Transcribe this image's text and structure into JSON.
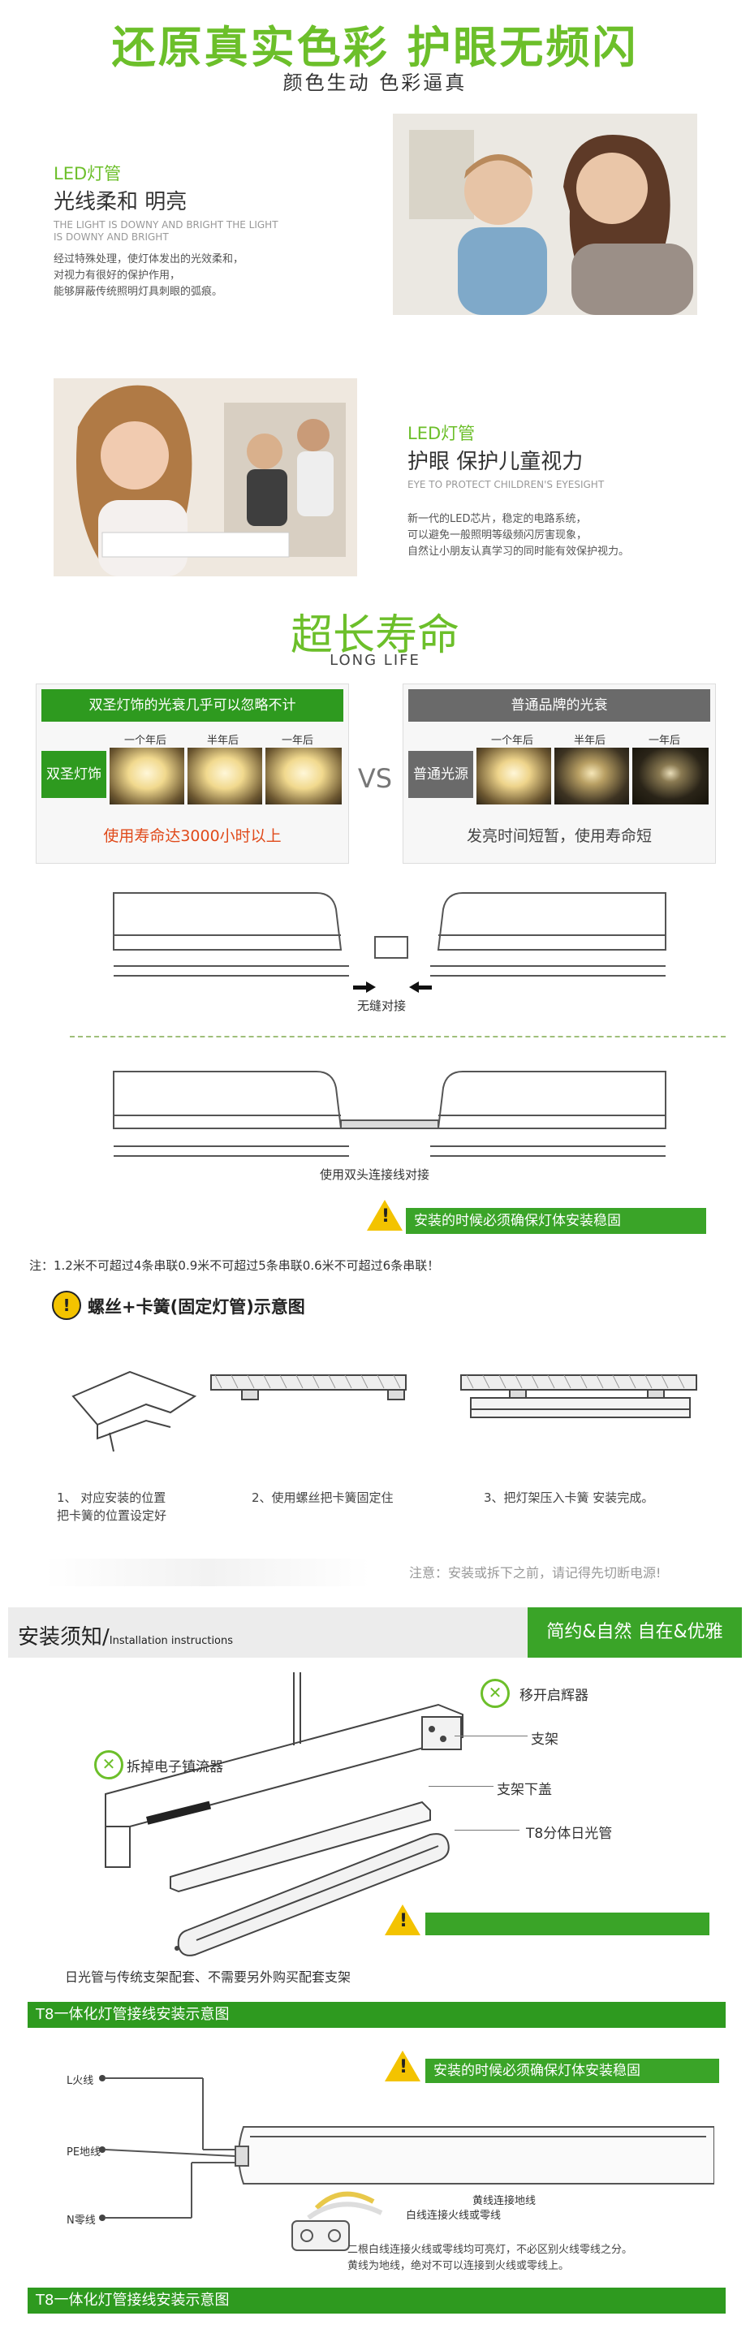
{
  "header": {
    "headline": "还原真实色彩  护眼无频闪",
    "subline": "颜色生动  色彩逼真"
  },
  "section1": {
    "tag": "LED灯管",
    "title": "光线柔和  明亮",
    "en_line1": "THE LIGHT IS DOWNY AND BRIGHT THE LIGHT",
    "en_line2": "IS DOWNY AND BRIGHT",
    "desc1": "经过特殊处理，使灯体发出的光效柔和，",
    "desc2": "对视力有很好的保护作用，",
    "desc3": "能够屏蔽传统照明灯具刺眼的弧痕。"
  },
  "section2": {
    "tag": "LED灯管",
    "title": "护眼  保护儿童视力",
    "en_line": "EYE TO PROTECT CHILDREN'S EYESIGHT",
    "desc1": "新一代的LED芯片，稳定的电路系统，",
    "desc2": "可以避免一般照明等级频闪厉害现象，",
    "desc3": "自然让小朋友认真学习的同时能有效保护视力。"
  },
  "longlife": {
    "title": "超长寿命",
    "en": "LONG  LIFE",
    "left_header": "双圣灯饰的光衰几乎可以忽略不计",
    "left_brand": "双圣灯饰",
    "left_footer": "使用寿命达3000小时以上",
    "vs": "VS",
    "right_header": "普通品牌的光衰",
    "right_brand": "普通光源",
    "right_footer": "发亮时间短暂，使用寿命短",
    "periods": [
      "一个年后",
      "半年后",
      "一年后"
    ]
  },
  "connect": {
    "label1": "无缝对接",
    "label2": "使用双头连接线对接",
    "warning": "安装的时候必须确保灯体安装稳固",
    "note": "注：1.2米不可超过4条串联0.9米不可超过5条串联0.6米不可超过6条串联！"
  },
  "screw": {
    "title": "螺丝+卡簧(固定灯管)示意图",
    "step1_a": "1、 对应安装的位置",
    "step1_b": "把卡簧的位置设定好",
    "step2": "2、使用螺丝把卡簧固定住",
    "step3": "3、把灯架压入卡簧 安装完成。",
    "notice": "注意：安装或拆下之前，请记得先切断电源!"
  },
  "install": {
    "title": "安装须知/",
    "title_en": "Installation instructions",
    "slogan": "简约&自然 自在&优雅",
    "remove_starter": "移开启辉器",
    "bracket": "支架",
    "ballast": "拆掉电子镇流器",
    "bracket_cover": "支架下盖",
    "tube": "T8分体日光管",
    "note": "日光管与传统支架配套、不需要另外购买配套支架",
    "bar1": "T8一体化灯管接线安装示意图",
    "warning": "安装的时候必须确保灯体安装稳固",
    "live": "L火线",
    "earth": "PE地线",
    "neutral": "N零线",
    "yellow_wire": "黄线连接地线",
    "white_wire": "白线连接火线或零线",
    "desc1": "二根白线连接火线或零线均可亮灯，不必区别火线零线之分。",
    "desc2": "黄线为地线，绝对不可以连接到火线或零线上。",
    "bar2": "T8一体化灯管接线安装示意图"
  },
  "colors": {
    "accent_green": "#6cbf2a",
    "bar_green": "#2e9a1f",
    "warning_yellow": "#f3c300",
    "gray_header": "#6a6a6a"
  }
}
